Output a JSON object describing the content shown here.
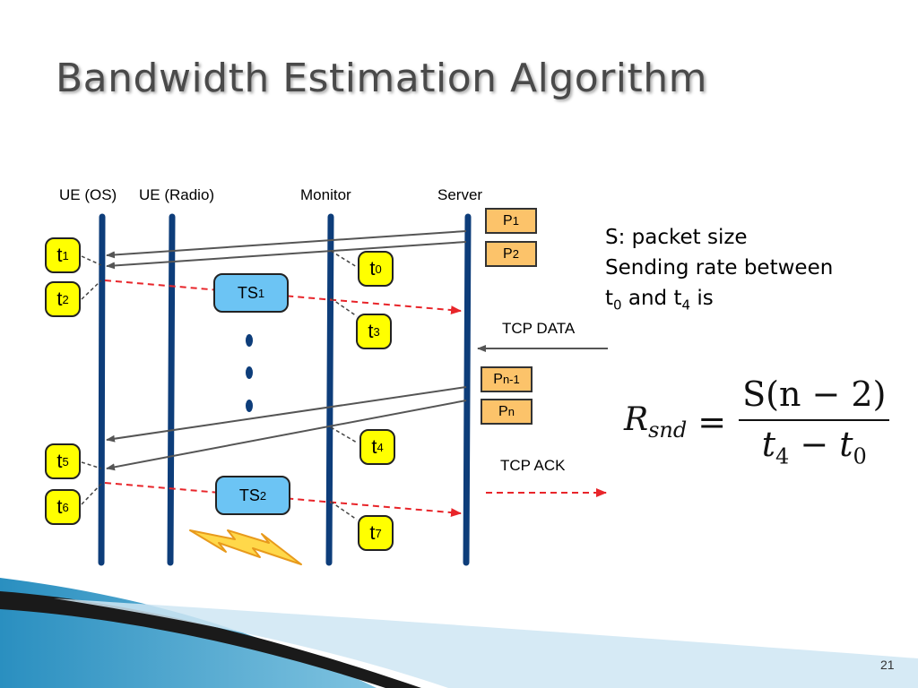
{
  "slide": {
    "title": "Bandwidth Estimation Algorithm",
    "page_number": "21"
  },
  "columns": [
    "UE (OS)",
    "UE (Radio)",
    "Monitor",
    "Server"
  ],
  "timestamps": {
    "t1": {
      "base": "t",
      "sub": "1"
    },
    "t2": {
      "base": "t",
      "sub": "2"
    },
    "t0": {
      "base": "t",
      "sub": "0"
    },
    "t3": {
      "base": "t",
      "sub": "3"
    },
    "t4": {
      "base": "t",
      "sub": "4"
    },
    "t5": {
      "base": "t",
      "sub": "5"
    },
    "t6": {
      "base": "t",
      "sub": "6"
    },
    "t7": {
      "base": "t",
      "sub": "7"
    }
  },
  "packets": {
    "p1": {
      "base": "P",
      "sub": "1"
    },
    "p2": {
      "base": "P",
      "sub": "2"
    },
    "pn1": {
      "base": "P",
      "sub": "n-1"
    },
    "pn": {
      "base": "P",
      "sub": "n"
    }
  },
  "ts_boxes": {
    "ts1": {
      "base": "TS",
      "sub": "1"
    },
    "ts2": {
      "base": "TS",
      "sub": "2"
    }
  },
  "labels": {
    "tcp_data": "TCP DATA",
    "tcp_ack": "TCP ACK"
  },
  "note": {
    "line1": "S: packet size",
    "line2": "Sending rate between",
    "line3_a": "t",
    "line3_sub_a": "0",
    "line3_b": " and t",
    "line3_sub_b": "4",
    "line3_c": " is"
  },
  "formula": {
    "lhs": "R",
    "lhs_sub": "snd",
    "equals": "=",
    "numerator": "S(n − 2)",
    "den_t4": "t",
    "den_t4_sub": "4",
    "den_minus": " − ",
    "den_t0": "t",
    "den_t0_sub": "0"
  },
  "colors": {
    "timeline": "#0d3d7a",
    "arrow_gray": "#555555",
    "arrow_red": "#e8252a",
    "timestamp_fill": "#ffff00",
    "packet_fill": "#fcc36a",
    "ts_fill": "#6cc4f4",
    "bolt_fill": "#ffd84a",
    "bolt_stroke": "#e89a1c"
  }
}
